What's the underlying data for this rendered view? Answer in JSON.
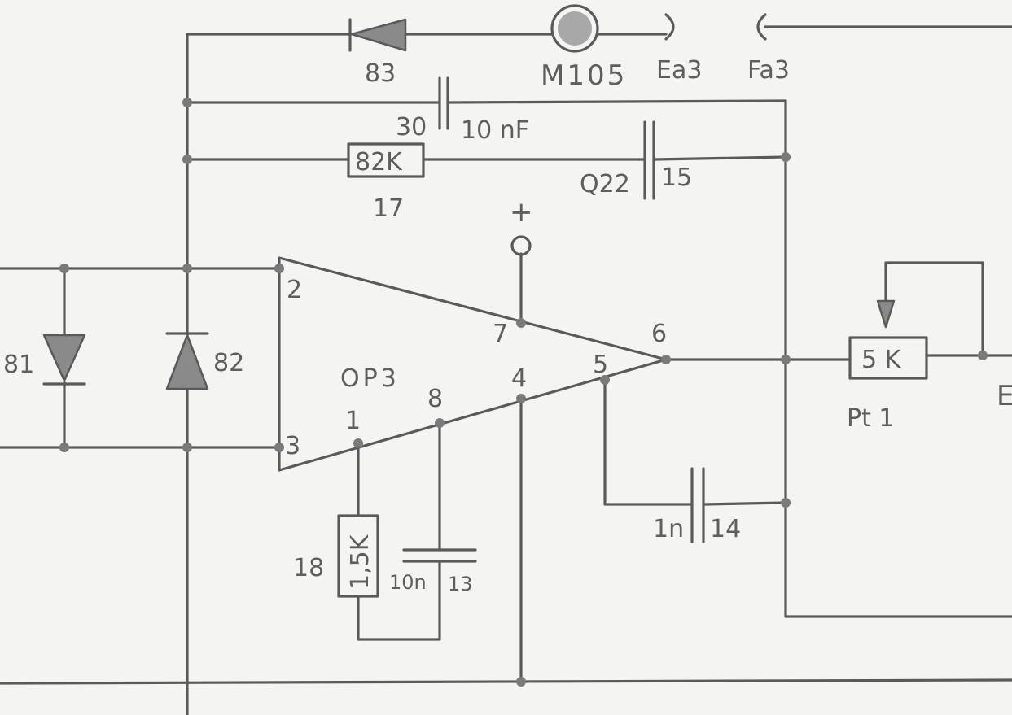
{
  "opamp": {
    "name": "OP3",
    "pins": {
      "p2": "2",
      "p3": "3",
      "p7": "7",
      "p6": "6",
      "p4": "4",
      "p5": "5",
      "p1": "1",
      "p8": "8"
    },
    "supply_symbol": "+"
  },
  "diodes": {
    "d81": {
      "ref": "81"
    },
    "d82": {
      "ref": "82"
    },
    "d83": {
      "ref": "83"
    }
  },
  "lamp": {
    "ref": "M105"
  },
  "connectors": {
    "ea3": "Ea3",
    "fa3": "Fa3",
    "partial_right": "E"
  },
  "resistors": {
    "r17": {
      "ref": "17",
      "value": "82K"
    },
    "r18": {
      "ref": "18",
      "value": "1,5K"
    }
  },
  "capacitors": {
    "c30": {
      "ref": "30",
      "value": "10 nF"
    },
    "c15": {
      "ref": "15",
      "value": "Q22"
    },
    "c13": {
      "ref": "13",
      "value": "10n"
    },
    "c14": {
      "ref": "14",
      "value": "1n"
    }
  },
  "potentiometer": {
    "ref": "Pt 1",
    "value": "5 K"
  }
}
